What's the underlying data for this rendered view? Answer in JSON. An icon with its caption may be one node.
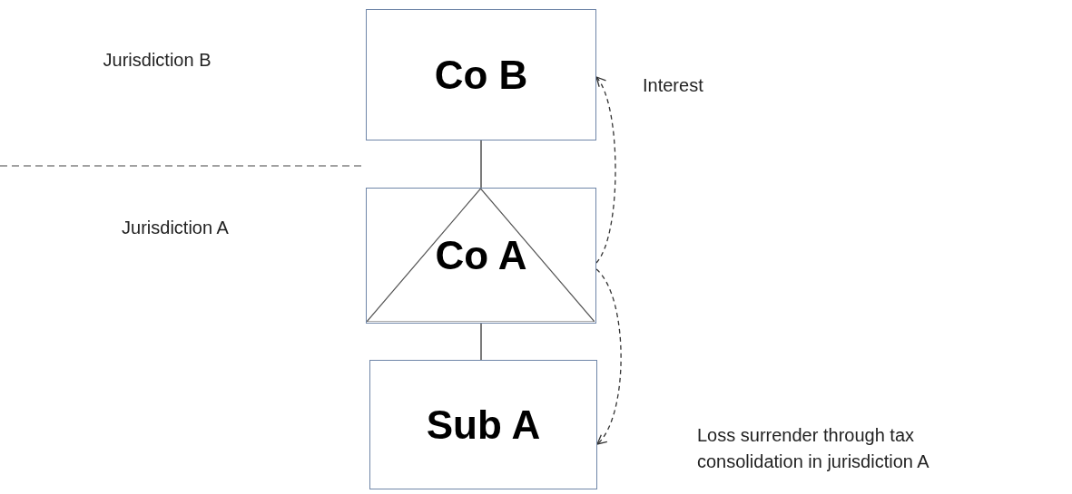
{
  "diagram": {
    "nodes": [
      {
        "text": [
          "Co B"
        ]
      },
      {
        "text": [
          "Co A"
        ]
      },
      {
        "text": [
          "Sub A"
        ]
      }
    ],
    "edges": [
      {
        "from": 0,
        "to": 1,
        "arrow": "none"
      },
      {
        "from": 1,
        "to": 2,
        "arrow": "none"
      },
      {
        "from": 1,
        "to": 0,
        "arrow": "to",
        "style": "dashed",
        "label": "Interest"
      },
      {
        "from": 1,
        "to": 2,
        "arrow": "to",
        "style": "dashed",
        "label": "Loss surrender through tax consolidation in jurisdiction A"
      }
    ],
    "labels": [
      "Jurisdiction B",
      "Jurisdiction A"
    ]
  }
}
